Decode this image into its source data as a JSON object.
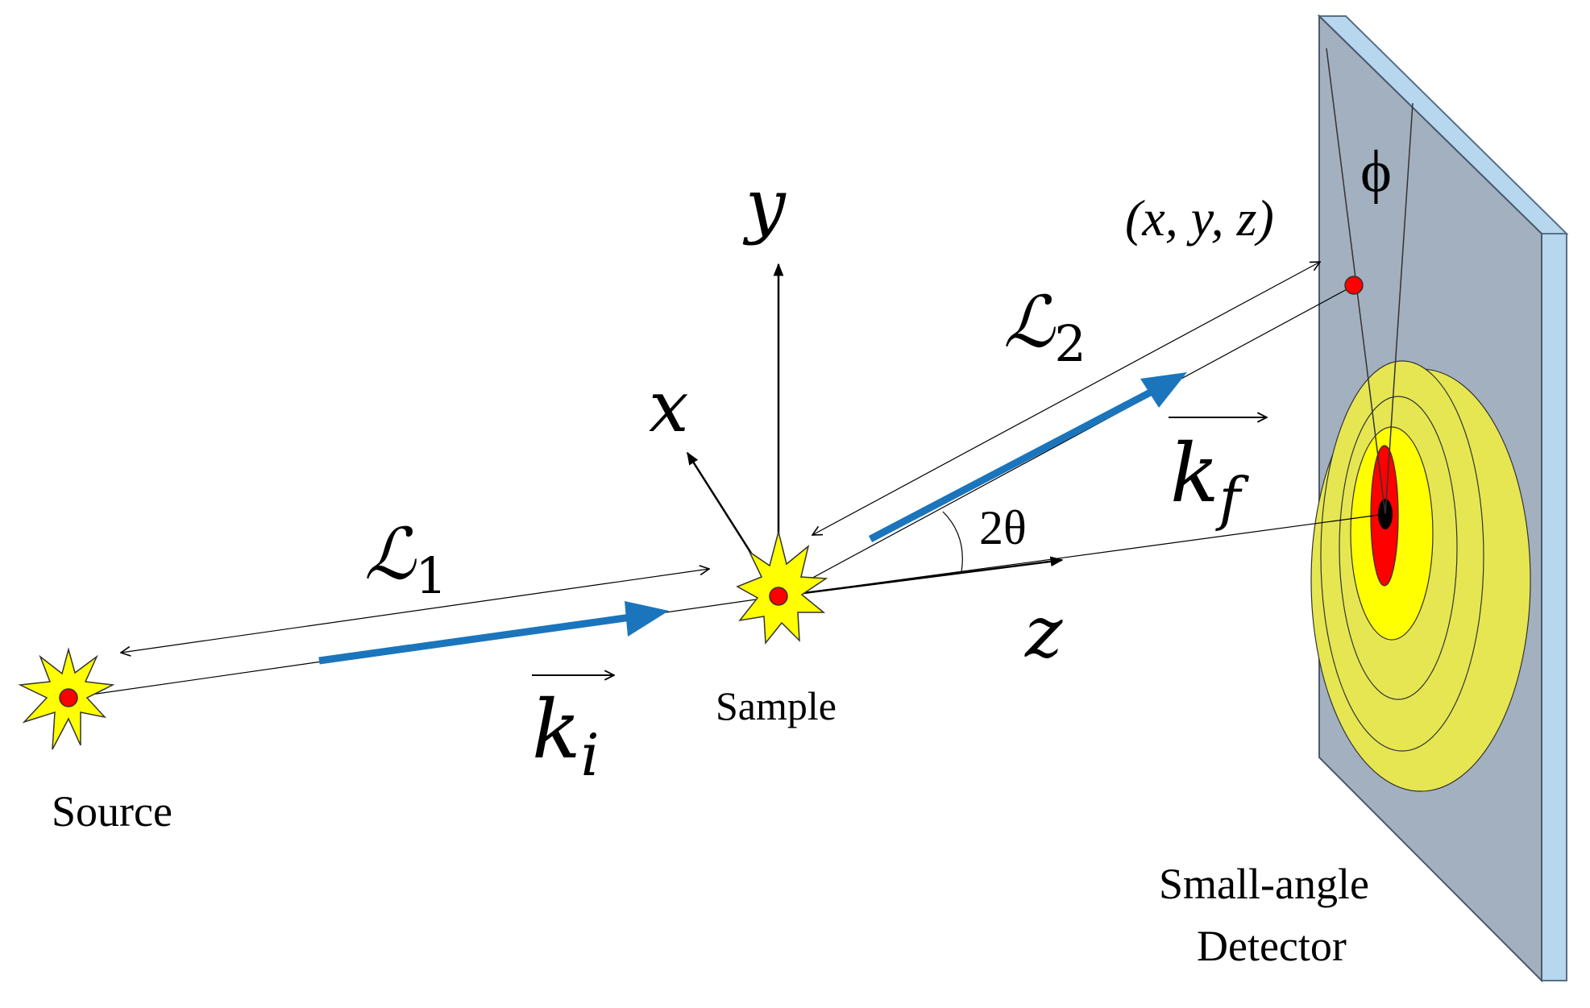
{
  "labels": {
    "source": "Source",
    "sample": "Sample",
    "detector_line1": "Small-angle",
    "detector_line2": "Detector",
    "point": "(x, y, z)",
    "L1_script": "ℒ",
    "L1_sub": "1",
    "L2_script": "ℒ",
    "L2_sub": "2",
    "ki_k": "k",
    "ki_sub": "i",
    "kf_k": "k",
    "kf_sub": "f",
    "two_theta": "2θ",
    "phi": "ϕ",
    "axis_x": "x",
    "axis_y": "y",
    "axis_z": "z"
  },
  "colors": {
    "beam_arrow": "#1b75bc",
    "star_fill": "#ffff00",
    "dot_red": "#ff0000",
    "detector_face": "#a3b0c0",
    "detector_edge": "#b6d7ee",
    "ring_outer": "#e6e652",
    "ring_inner": "#ffff00",
    "center_spot": "#ff0000",
    "center_dot": "#000000"
  }
}
